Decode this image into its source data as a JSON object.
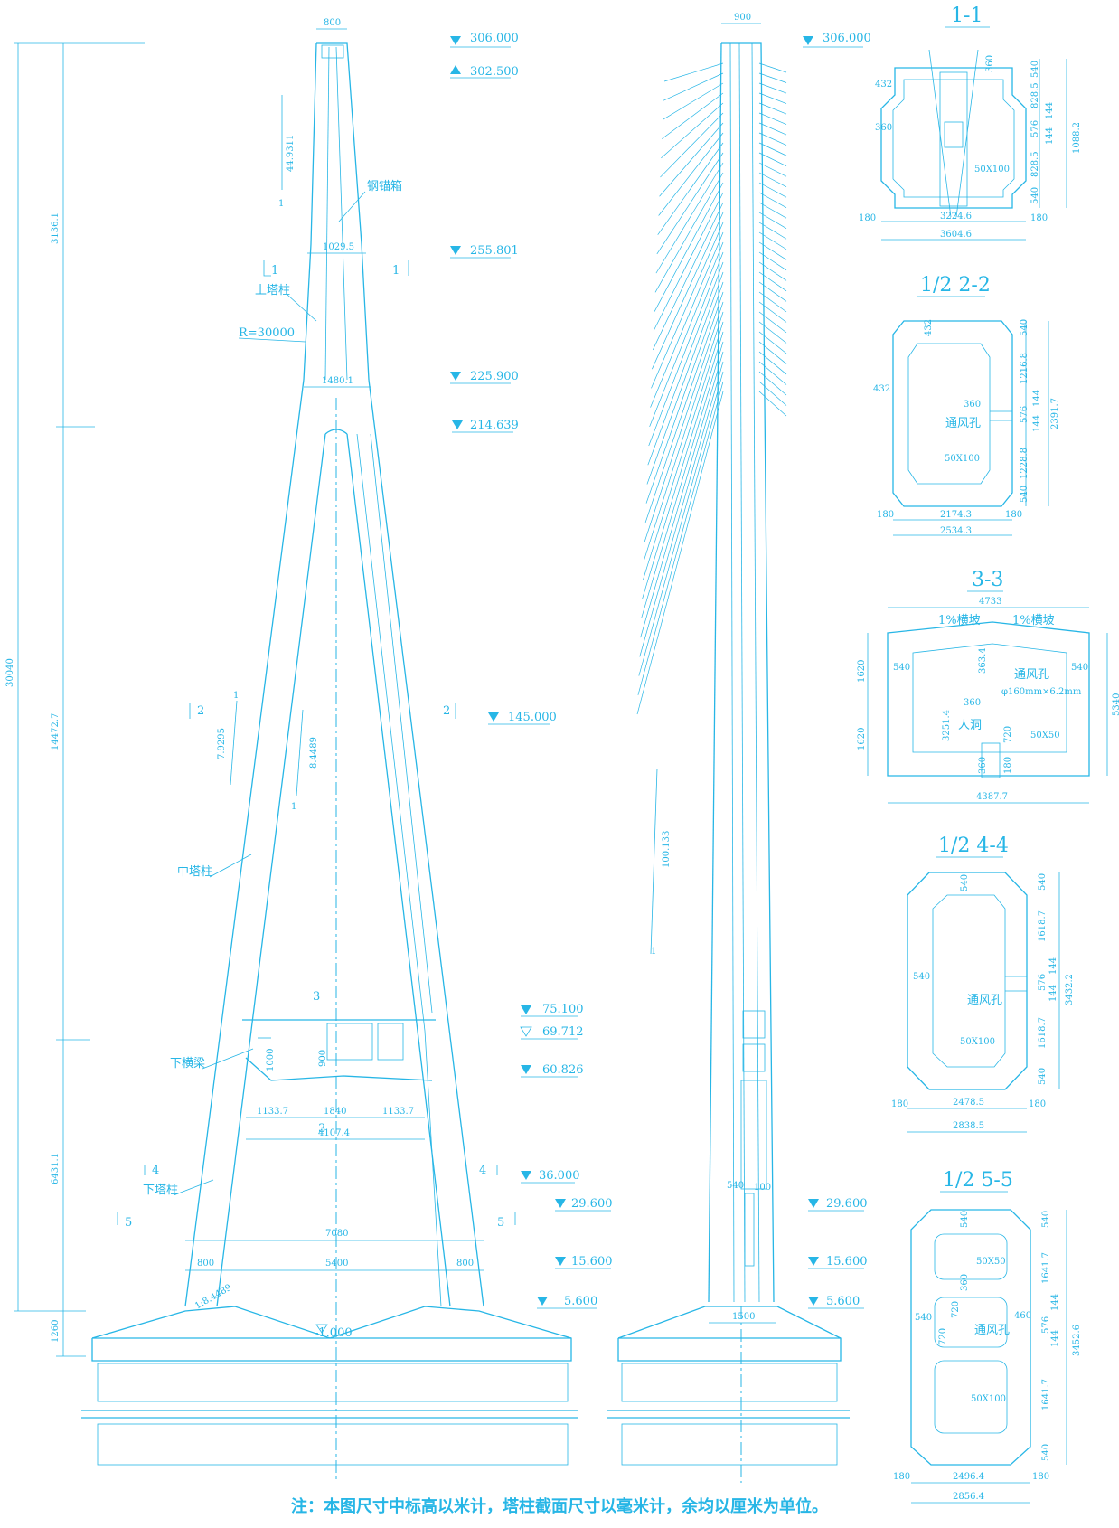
{
  "front_view": {
    "top_width": "800",
    "left_dims": [
      "3136.1",
      "14472.7",
      "6431.1",
      "1260"
    ],
    "total_height": "30040",
    "slope_upper": {
      "value": "44.9311",
      "unit": "1"
    },
    "slope_mid_left": {
      "value": "7.9295",
      "unit": "1"
    },
    "slope_mid_right": {
      "value": "8.4489",
      "unit": "1"
    },
    "labels": {
      "anchor_box": "钢锚箱",
      "upper_column": "上塔柱",
      "radius": "R=30000",
      "middle_column": "中塔柱",
      "lower_beam": "下横梁",
      "lower_column": "下塔柱"
    },
    "widths": {
      "w1": "1029.5",
      "w2": "1480.1",
      "beam_h": "1000",
      "beam_w": "900",
      "seg_a": "1133.7",
      "seg_b": "1840",
      "seg_c": "1133.7",
      "span": "4107.4",
      "base_outer": "7080",
      "base_inner": "5400",
      "left_800": "800",
      "right_800": "800",
      "slope_bottom": "1:8.4489"
    },
    "section_marks": {
      "s1": "1",
      "s2": "2",
      "s3": "3",
      "s4": "4",
      "s5": "5"
    },
    "elevations": [
      "306.000",
      "302.500",
      "255.801",
      "225.900",
      "214.639",
      "145.000",
      "75.100",
      "69.712",
      "60.826",
      "36.000",
      "29.600",
      "15.600",
      "5.600",
      "-1.000"
    ]
  },
  "side_view": {
    "top_width": "900",
    "slope": {
      "value": "100.133",
      "unit": "1"
    },
    "base_width": "1500",
    "dims": [
      "540",
      "100"
    ],
    "elevations": [
      "306.000",
      "29.600",
      "15.600",
      "5.600"
    ]
  },
  "sections": [
    {
      "title": "1-1",
      "labels": [
        "432",
        "360",
        "360",
        "540",
        "828.5",
        "576",
        "828.5",
        "540",
        "144",
        "144",
        "1088.2",
        "50X100",
        "3224.6",
        "3604.6",
        "180",
        "180"
      ]
    },
    {
      "title": "1/2 2-2",
      "labels": [
        "432",
        "432",
        "540",
        "1216.8",
        "360",
        "576",
        "144",
        "144",
        "1228.8",
        "540",
        "2391.7",
        "通风孔",
        "50X100",
        "2174.3",
        "2534.3",
        "180",
        "180"
      ]
    },
    {
      "title": "3-3",
      "labels": [
        "4733",
        "1%横坡",
        "1%横坡",
        "1620",
        "1620",
        "540",
        "540",
        "363.4",
        "3251.4",
        "通风孔",
        "φ160mm×6.2mm",
        "360",
        "人洞",
        "720",
        "50X50",
        "360",
        "180",
        "5340",
        "4387.7"
      ]
    },
    {
      "title": "1/2 4-4",
      "labels": [
        "540",
        "540",
        "1618.7",
        "540",
        "576",
        "144",
        "144",
        "3432.2",
        "通风孔",
        "1618.7",
        "50X100",
        "540",
        "2478.5",
        "2838.5",
        "180",
        "180"
      ]
    },
    {
      "title": "1/2 5-5",
      "labels": [
        "540",
        "540",
        "50X50",
        "1641.7",
        "360",
        "540",
        "720",
        "460",
        "720",
        "通风孔",
        "576",
        "144",
        "144",
        "3452.6",
        "1641.7",
        "50X100",
        "540",
        "2496.4",
        "2856.4",
        "180",
        "180"
      ]
    }
  ],
  "note": "注：本图尺寸中标高以米计，塔柱截面尺寸以毫米计，余均以厘米为单位。"
}
